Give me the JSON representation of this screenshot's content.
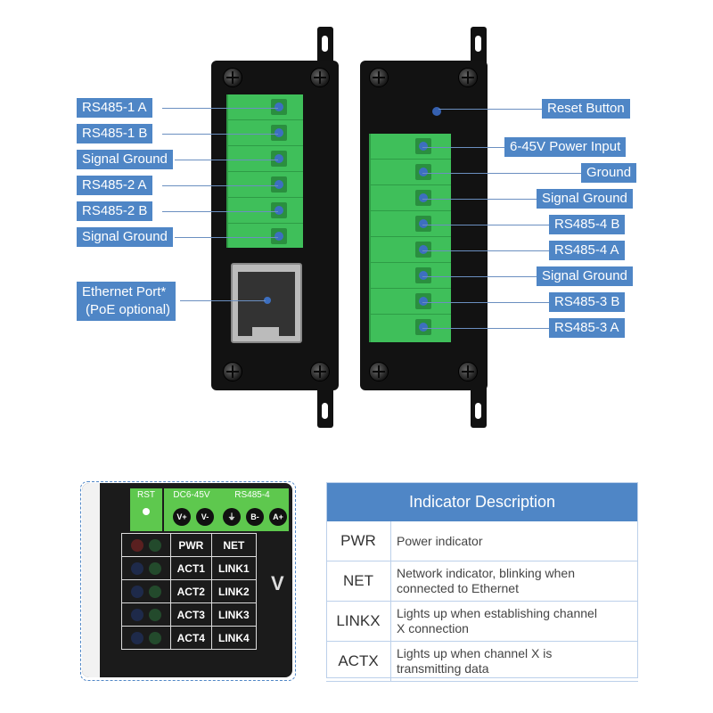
{
  "left_labels": {
    "rs485_1_a": "RS485-1 A",
    "rs485_1_b": "RS485-1 B",
    "signal_ground_1": "Signal Ground",
    "rs485_2_a": "RS485-2 A",
    "rs485_2_b": "RS485-2 B",
    "signal_ground_2": "Signal Ground",
    "ethernet_line1": "Ethernet Port*",
    "ethernet_line2": "(PoE optional)"
  },
  "right_labels": {
    "reset": "Reset Button",
    "power": "6-45V Power Input",
    "ground": "Ground",
    "signal_ground_1": "Signal Ground",
    "rs485_4_b": "RS485-4 B",
    "rs485_4_a": "RS485-4 A",
    "signal_ground_2": "Signal Ground",
    "rs485_3_b": "RS485-3 B",
    "rs485_3_a": "RS485-3 A"
  },
  "panel": {
    "rst": "RST",
    "dc": "DC6-45V",
    "rs485_4": "RS485-4",
    "pins": [
      "V+",
      "V-",
      "⏚",
      "B-",
      "A+"
    ],
    "rows": [
      {
        "a": "PWR",
        "b": "NET"
      },
      {
        "a": "ACT1",
        "b": "LINK1"
      },
      {
        "a": "ACT2",
        "b": "LINK2"
      },
      {
        "a": "ACT3",
        "b": "LINK3"
      },
      {
        "a": "ACT4",
        "b": "LINK4"
      }
    ]
  },
  "indicator": {
    "title": "Indicator Description",
    "rows": [
      {
        "key": "PWR",
        "desc1": "Power indicator",
        "desc2": ""
      },
      {
        "key": "NET",
        "desc1": "Network indicator, blinking when",
        "desc2": "connected to Ethernet"
      },
      {
        "key": "LINKX",
        "desc1": "Lights up when establishing channel",
        "desc2": "X connection"
      },
      {
        "key": "ACTX",
        "desc1": "Lights up when channel X is",
        "desc2": "transmitting data"
      }
    ]
  },
  "colors": {
    "accent": "#4f86c6",
    "terminal_green": "#3fbf5a",
    "device": "#121212"
  }
}
